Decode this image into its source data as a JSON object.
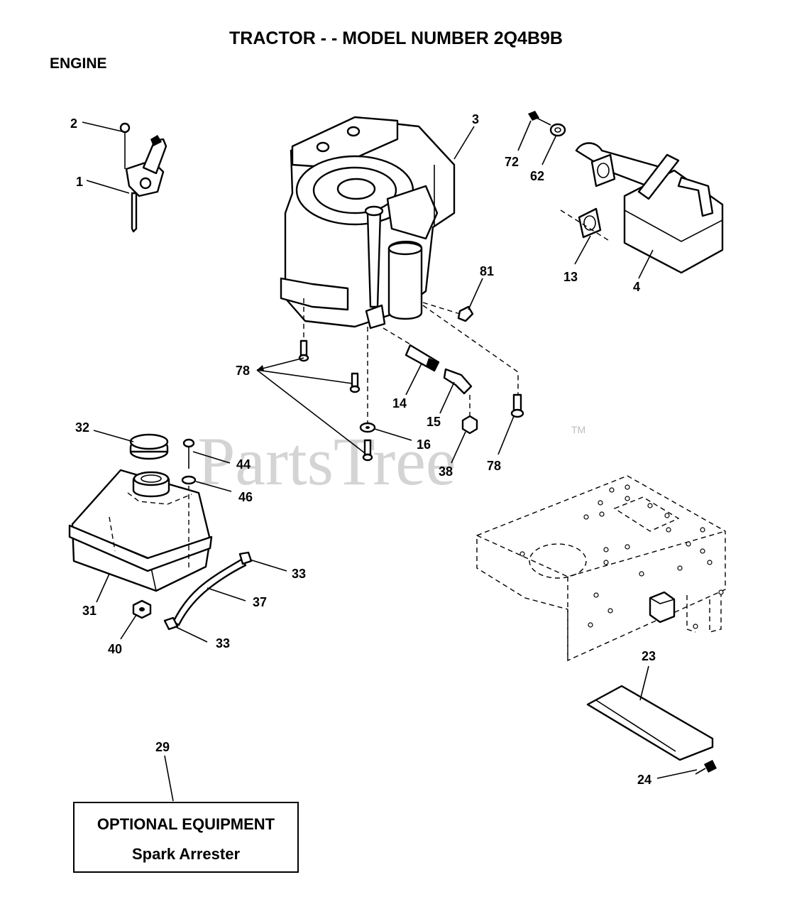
{
  "title": "TRACTOR - - MODEL NUMBER 2Q4B9B",
  "section": "ENGINE",
  "watermark": "PartsTree",
  "watermark_mark": "TM",
  "optional_box": {
    "heading": "OPTIONAL EQUIPMENT",
    "item": "Spark Arrester"
  },
  "callouts": {
    "c1": "1",
    "c2": "2",
    "c3": "3",
    "c4": "4",
    "c13": "13",
    "c14": "14",
    "c15": "15",
    "c16": "16",
    "c23": "23",
    "c24": "24",
    "c29": "29",
    "c31": "31",
    "c32": "32",
    "c33a": "33",
    "c33b": "33",
    "c37": "37",
    "c38": "38",
    "c40": "40",
    "c44": "44",
    "c46": "46",
    "c62": "62",
    "c72": "72",
    "c78a": "78",
    "c78b": "78",
    "c81": "81"
  }
}
